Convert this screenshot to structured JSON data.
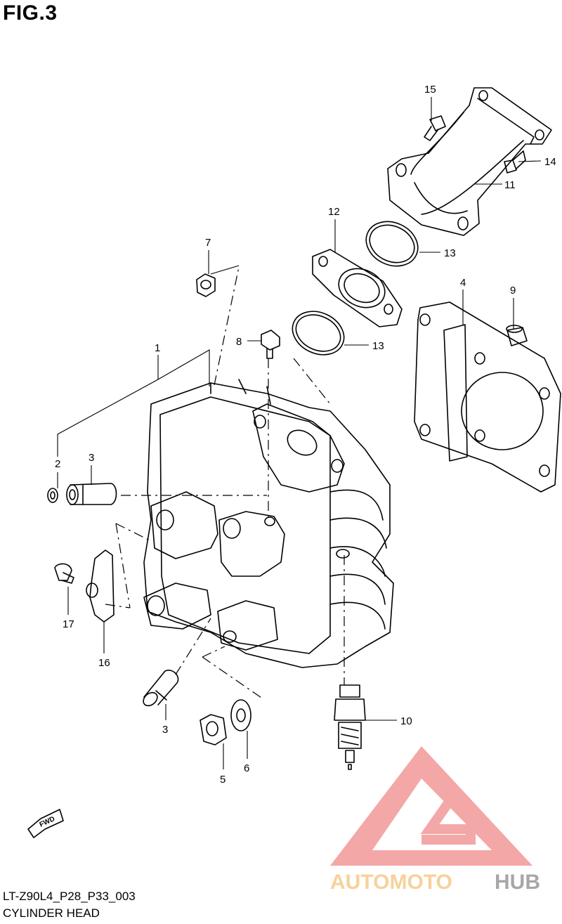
{
  "figure": {
    "title": "FIG.3",
    "drawing_code": "LT-Z90L4_P28_P33_003",
    "caption": "CYLINDER HEAD",
    "fwd_label": "FWD"
  },
  "callouts": {
    "n1": "1",
    "n2": "2",
    "n3a": "3",
    "n3b": "3",
    "n4": "4",
    "n5": "5",
    "n6": "6",
    "n7": "7",
    "n8": "8",
    "n9": "9",
    "n10": "10",
    "n11": "11",
    "n12": "12",
    "n13a": "13",
    "n13b": "13",
    "n14": "14",
    "n15": "15",
    "n16": "16",
    "n17": "17"
  },
  "watermark": {
    "text_a": "AUTOMOTO",
    "text_b": "HUB",
    "color_a": "#f5c27a",
    "color_b": "#8a8a8a",
    "triangle_color": "#f08a8a"
  }
}
